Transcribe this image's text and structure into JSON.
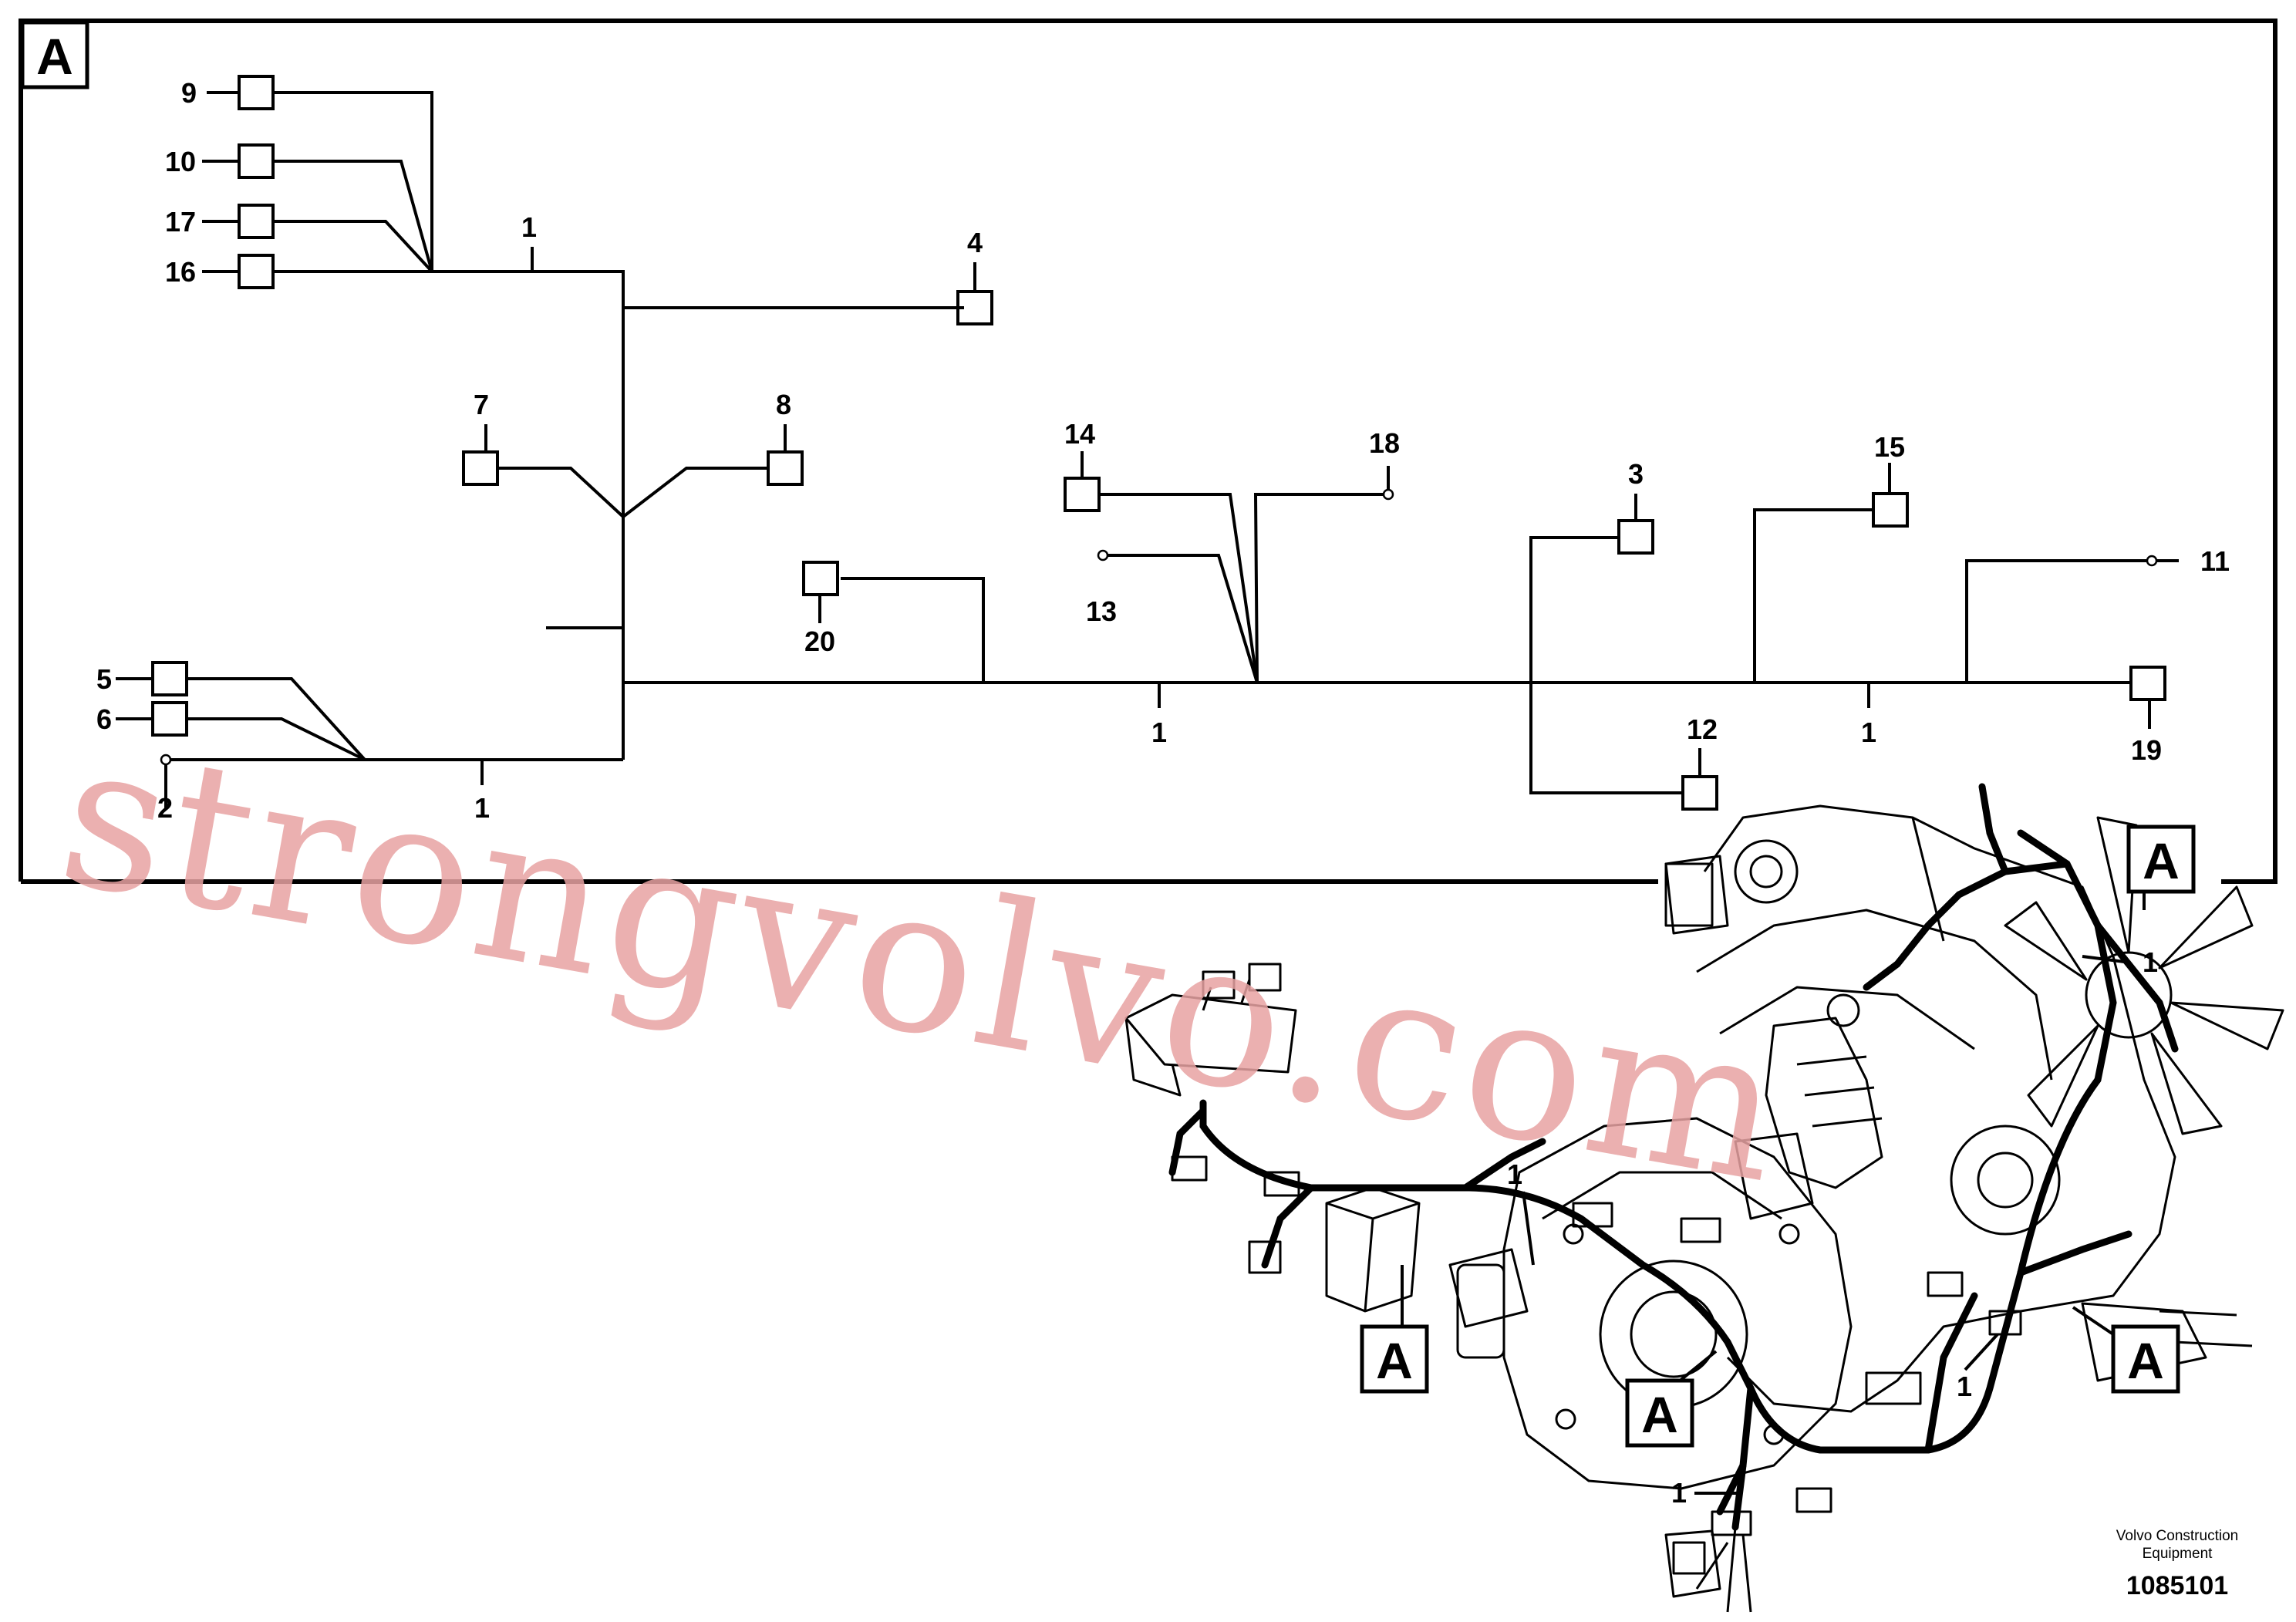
{
  "schematic": {
    "frame_label": "A",
    "labels": {
      "n9": "9",
      "n10": "10",
      "n17": "17",
      "n16": "16",
      "n1a": "1",
      "n4": "4",
      "n7": "7",
      "n8": "8",
      "n5": "5",
      "n6": "6",
      "n2": "2",
      "n1b": "1",
      "n20": "20",
      "n14": "14",
      "n13": "13",
      "n18": "18",
      "n1c": "1",
      "n3": "3",
      "n12": "12",
      "n15": "15",
      "n11": "11",
      "n19": "19",
      "n1d": "1"
    }
  },
  "illustration": {
    "callouts": {
      "a1": "A",
      "a2": "A",
      "a3": "A",
      "a4": "A"
    },
    "labels": {
      "l1": "1",
      "l2": "1",
      "l3": "1",
      "l4": "1"
    }
  },
  "watermark": "strongvolvo.com",
  "footer": {
    "company_line1": "Volvo Construction",
    "company_line2": "Equipment",
    "drawing_number": "1085101"
  }
}
